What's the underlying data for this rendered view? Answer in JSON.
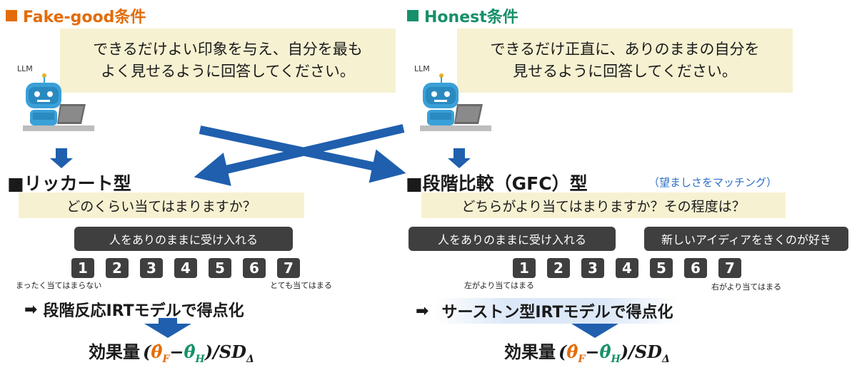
{
  "colors": {
    "fake_good": "#e36c09",
    "honest": "#16906a",
    "arrow_blue": "#1f5fae",
    "pill": "#3f3f3f",
    "note_blue": "#2f6fc4",
    "instr_bg": "#f6f1d1"
  },
  "left": {
    "condition_title": "Fake-good条件",
    "instruction_line1": "できるだけよい印象を与え、自分を最も",
    "instruction_line2": "よく見せるように回答してください。",
    "llm_label": "LLM",
    "format_title": "■リッカート型",
    "question": "どのくらい当てはまりますか？",
    "item": "人をありのままに受け入れる",
    "scale": [
      "1",
      "2",
      "3",
      "4",
      "5",
      "6",
      "7"
    ],
    "anchor_left": "まったく当てはまらない",
    "anchor_right": "とても当てはまる",
    "model": "段階反応IRTモデルで得点化",
    "effect_label": "効果量"
  },
  "right": {
    "condition_title": "Honest条件",
    "instruction_line1": "できるだけ正直に、ありのままの自分を",
    "instruction_line2": "見せるように回答してください。",
    "llm_label": "LLM",
    "format_title": "■段階比較（GFC）型",
    "note": "（望ましさをマッチング）",
    "question": "どちらがより当てはまりますか？その程度は？",
    "item_left": "人をありのままに受け入れる",
    "item_right": "新しいアイディアをきくのが好き",
    "scale": [
      "1",
      "2",
      "3",
      "4",
      "5",
      "6",
      "7"
    ],
    "anchor_left": "左がより当てはまる",
    "anchor_right": "右がより当てはまる",
    "model": "サーストン型IRTモデルで得点化",
    "effect_label": "効果量"
  },
  "formula": {
    "open": "(",
    "theta_f": "θ̂",
    "sub_f": "F",
    "minus": "−",
    "theta_h": "θ̂",
    "sub_h": "H",
    "close": ")/",
    "sd": "SD",
    "sub_delta": "Δ"
  },
  "arrow_symbol": "➡"
}
